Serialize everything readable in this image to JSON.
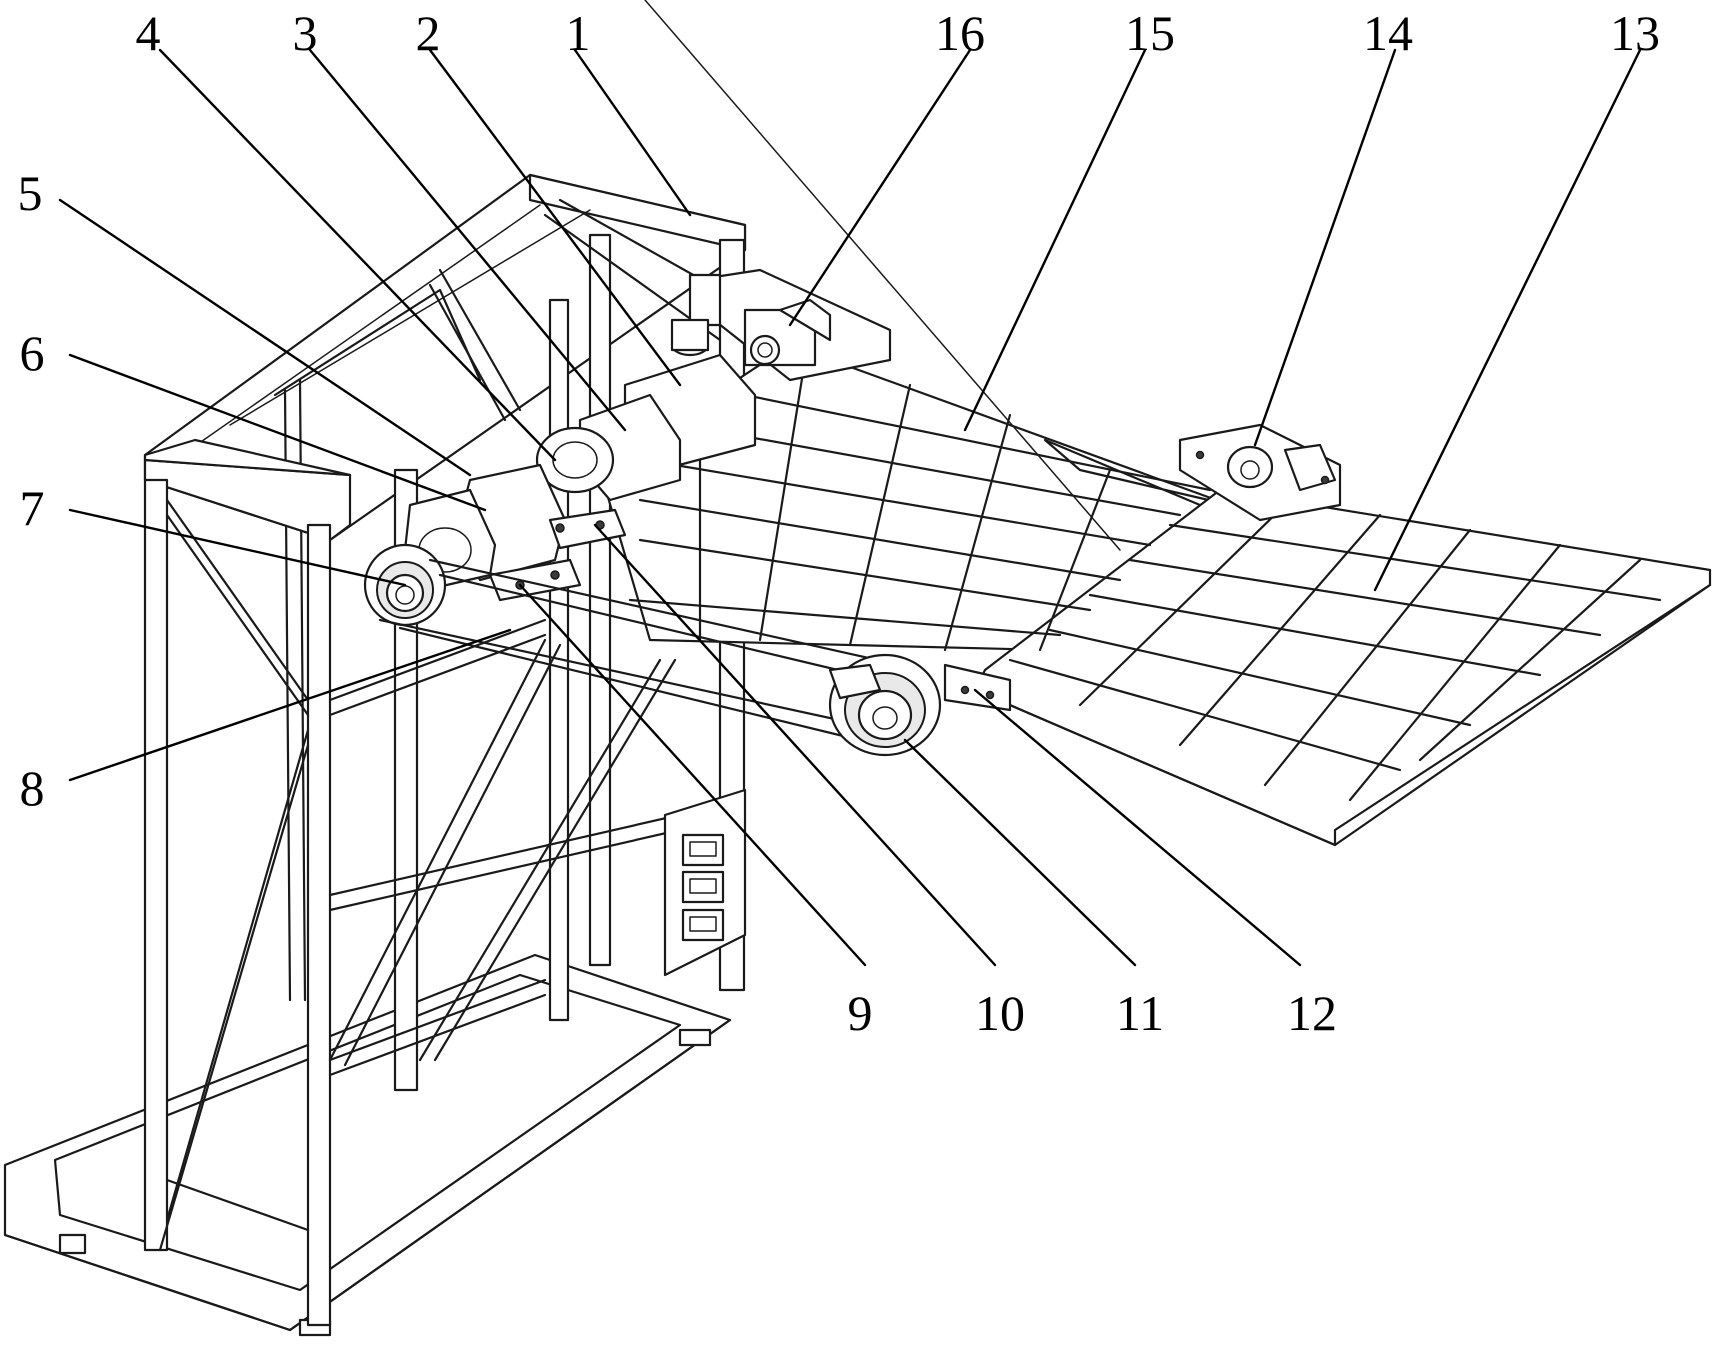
{
  "callouts": [
    {
      "label": "1"
    },
    {
      "label": "2"
    },
    {
      "label": "3"
    },
    {
      "label": "4"
    },
    {
      "label": "5"
    },
    {
      "label": "6"
    },
    {
      "label": "7"
    },
    {
      "label": "8"
    },
    {
      "label": "9"
    },
    {
      "label": "10"
    },
    {
      "label": "11"
    },
    {
      "label": "12"
    },
    {
      "label": "13"
    },
    {
      "label": "14"
    },
    {
      "label": "15"
    },
    {
      "label": "16"
    }
  ],
  "colors": {
    "line": "#1a1a1a",
    "background": "#ffffff"
  }
}
